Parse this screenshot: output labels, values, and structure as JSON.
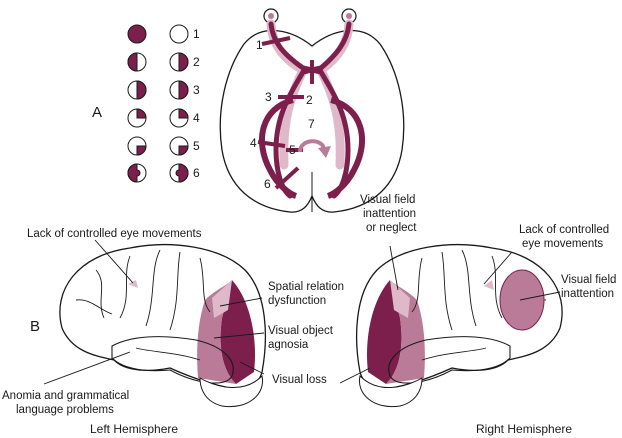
{
  "panel_labels": {
    "a": "A",
    "b": "B"
  },
  "visual_field_numbers": [
    "1",
    "2",
    "3",
    "4",
    "5",
    "6"
  ],
  "lesion_numbers": [
    "1",
    "2",
    "3",
    "4",
    "5",
    "6",
    "7"
  ],
  "left_hemisphere": {
    "caption": "Left Hemisphere",
    "labels": {
      "eye_movements": "Lack of controlled eye movements",
      "spatial_line1": "Spatial relation",
      "spatial_line2": "dysfunction",
      "object_line1": "Visual object",
      "object_line2": "agnosia",
      "visual_loss": "Visual loss",
      "anomia_line1": "Anomia and grammatical",
      "anomia_line2": "language problems"
    }
  },
  "right_hemisphere": {
    "caption": "Right Hemisphere",
    "labels": {
      "neglect_line1": "Visual field",
      "neglect_line2": "inattention",
      "neglect_line3": "or neglect",
      "eye_line1": "Lack of controlled",
      "eye_line2": "eye movements",
      "inatt_line1": "Visual field",
      "inatt_line2": "inattention"
    }
  },
  "colors": {
    "dark": "#7c1f4c",
    "medium": "#b97b97",
    "light": "#dfb9c9",
    "line": "#1a1a1a"
  }
}
